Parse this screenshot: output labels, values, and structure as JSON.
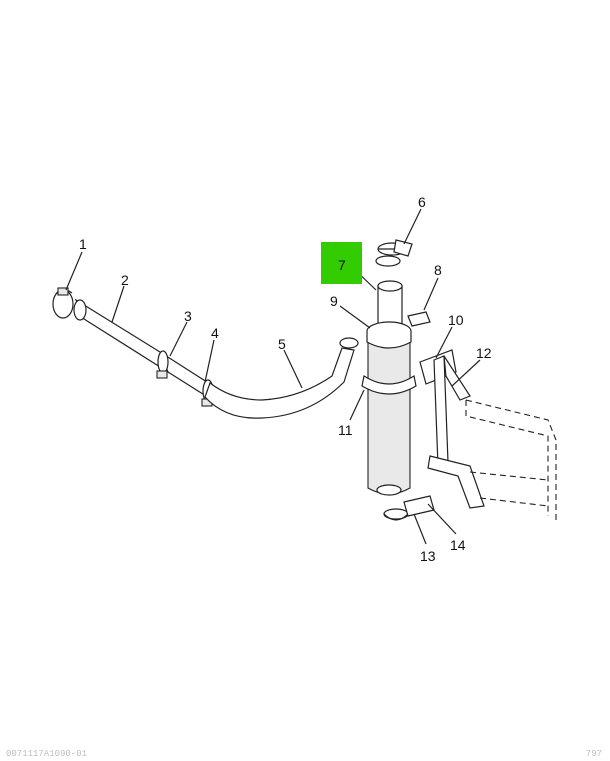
{
  "diagram": {
    "highlight_color": "#33cc00",
    "callouts": [
      {
        "id": "1",
        "label": "1"
      },
      {
        "id": "2",
        "label": "2"
      },
      {
        "id": "3",
        "label": "3"
      },
      {
        "id": "4",
        "label": "4"
      },
      {
        "id": "5",
        "label": "5"
      },
      {
        "id": "6",
        "label": "6"
      },
      {
        "id": "7",
        "label": "7",
        "highlighted": true
      },
      {
        "id": "8",
        "label": "8"
      },
      {
        "id": "9",
        "label": "9"
      },
      {
        "id": "10",
        "label": "10"
      },
      {
        "id": "11",
        "label": "11"
      },
      {
        "id": "12",
        "label": "12"
      },
      {
        "id": "13",
        "label": "13"
      },
      {
        "id": "14",
        "label": "14"
      }
    ]
  },
  "footer": {
    "left_code": "0071117A1090-01",
    "right_code": "797"
  }
}
